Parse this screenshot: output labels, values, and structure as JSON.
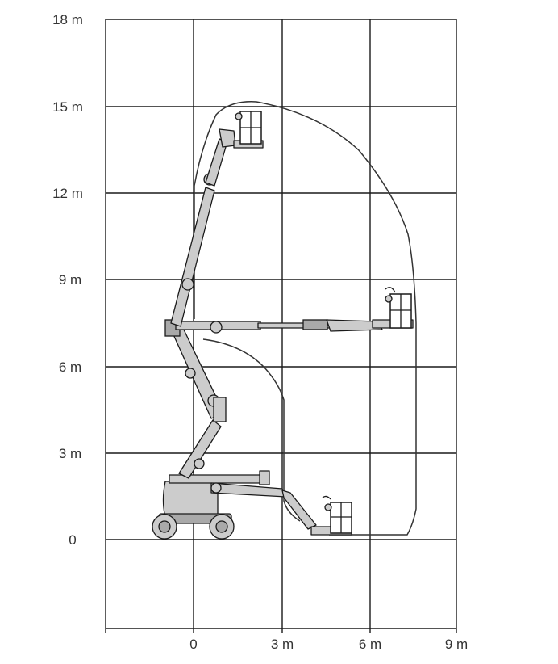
{
  "diagram": {
    "y_axis": {
      "unit": "m",
      "ticks": [
        "0",
        "3 m",
        "6 m",
        "9 m",
        "12 m",
        "15 m",
        "18 m"
      ]
    },
    "x_axis": {
      "unit": "m",
      "ticks": [
        "0",
        "3 m",
        "6 m",
        "9 m"
      ]
    },
    "colors": {
      "grid": "#1a1a1a",
      "machine_fill": "#cccccc",
      "outline": "#1a1a1a",
      "background": "#ffffff"
    },
    "icons": [
      "articulated-boom-lift-icon",
      "work-platform-basket-icon"
    ]
  }
}
